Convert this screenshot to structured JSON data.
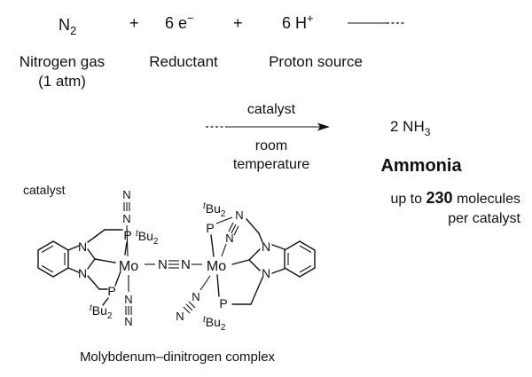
{
  "equation": {
    "n2": "N",
    "n2_sub": "2",
    "plus": "+",
    "e_reductant": "6 e",
    "e_sup": "−",
    "h_proton": "6 H",
    "h_sup": "+"
  },
  "labels": {
    "nitrogen_gas": "Nitrogen gas",
    "one_atm": "(1 atm)",
    "reductant": "Reductant",
    "proton_source": "Proton source"
  },
  "arrow": {
    "above": "catalyst",
    "below_line1": "room",
    "below_line2": "temperature"
  },
  "product": {
    "formula": "2 NH",
    "formula_sub": "3",
    "name": "Ammonia",
    "yield_prefix": "up to ",
    "yield_value": "230",
    "yield_suffix": " molecules",
    "yield_line2": "per catalyst"
  },
  "complex": {
    "catalyst_label": "catalyst",
    "caption": "Molybdenum–dinitrogen complex",
    "mo": "Mo",
    "n": "N",
    "p": "P",
    "tbu_t": "t",
    "tbu_bu": "Bu",
    "tbu_sub": "2",
    "bridge": "N≡N"
  }
}
